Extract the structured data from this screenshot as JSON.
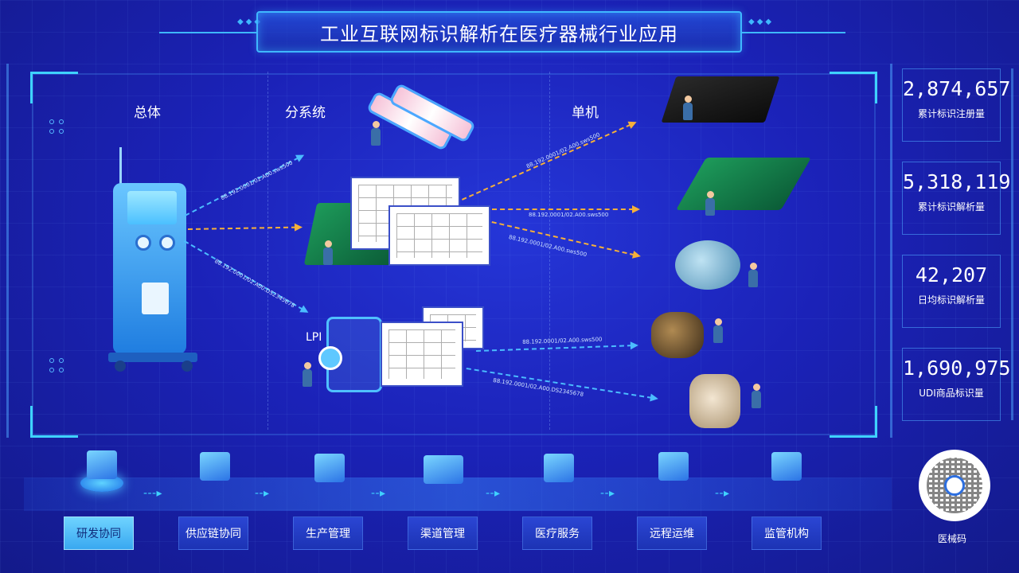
{
  "header": {
    "title": "工业互联网标识解析在医疗器械行业应用"
  },
  "columns": {
    "overall": "总体",
    "subsystem": "分系统",
    "single": "单机"
  },
  "lpi_label": "LPI",
  "arrow_labels": [
    "88.192.0001/02.A00.sws500",
    "88.192.0001/02.A00.DS2345678",
    "88.192.0001/02.A00.sws500",
    "88.192.0001/02.A00.sws500",
    "88.192.0001/02.A00.sws500",
    "88.192.0001/02.A00.sws500",
    "88.192.0001/02.A00.DS2345678"
  ],
  "stats": [
    {
      "value": "2,874,657",
      "label": "累计标识注册量"
    },
    {
      "value": "5,318,119",
      "label": "累计标识解析量"
    },
    {
      "value": "42,207",
      "label": "日均标识解析量"
    },
    {
      "value": "1,690,975",
      "label": "UDI商品标识量"
    }
  ],
  "pipeline": [
    {
      "label": "研发协同",
      "active": true
    },
    {
      "label": "供应链协同",
      "active": false
    },
    {
      "label": "生产管理",
      "active": false
    },
    {
      "label": "渠道管理",
      "active": false
    },
    {
      "label": "医疗服务",
      "active": false
    },
    {
      "label": "远程运维",
      "active": false
    },
    {
      "label": "监管机构",
      "active": false
    }
  ],
  "qr": {
    "label": "医械码"
  },
  "colors": {
    "accent": "#3fb8ff",
    "arrow_orange": "#f5b03a",
    "arrow_blue": "#4bbcff",
    "active_tab": "#6fd3ff"
  }
}
